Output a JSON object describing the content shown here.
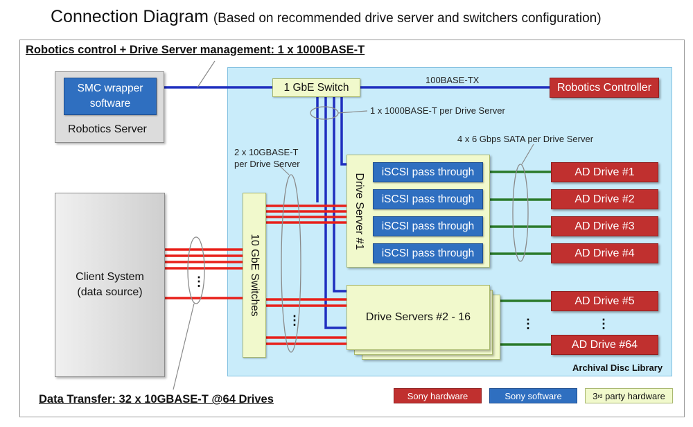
{
  "title": {
    "main": "Connection Diagram",
    "sub": "(Based on recommended drive server and switchers configuration)"
  },
  "labels": {
    "robotics_mgmt": "Robotics control + Drive Server management: 1 x 1000BASE-T",
    "data_transfer": "Data Transfer: 32 x 10GBASE-T @64 Drives",
    "library": "Archival Disc Library",
    "link_100": "100BASE-TX",
    "link_1000": "1 x 1000BASE-T per Drive Server",
    "link_10g": "2 x 10GBASE-T",
    "link_10g_2": "per Drive Server",
    "link_sata": "4 x 6 Gbps SATA per Drive Server"
  },
  "robotics_server": {
    "software": "SMC wrapper software",
    "software_l1": "SMC wrapper",
    "software_l2": "software",
    "label": "Robotics Server"
  },
  "client": {
    "line1": "Client System",
    "line2": "(data source)"
  },
  "switch_1g": "1 GbE Switch",
  "switch_10g": "10 GbE Switches",
  "robotics_controller": "Robotics Controller",
  "drive_server_1": "Drive Server #1",
  "drive_servers_rest": "Drive Servers #2 - 16",
  "pass_through": [
    "iSCSI pass through",
    "iSCSI pass through",
    "iSCSI pass through",
    "iSCSI pass through"
  ],
  "drives": [
    "AD Drive #1",
    "AD Drive #2",
    "AD Drive #3",
    "AD Drive #4",
    "AD Drive #5",
    "AD Drive #64"
  ],
  "ellipsis": "⋮",
  "legend": {
    "sony_hw": "Sony hardware",
    "sony_sw": "Sony software",
    "third_party": "3rd party hardware",
    "third_sup": "rd",
    "third_rest": " party hardware",
    "third_num": "3"
  },
  "colors": {
    "sony_hardware": "#c0302f",
    "sony_software": "#2f6fc0",
    "third_party": "#f1f9cc",
    "ethernet_1g": "#1f2fbf",
    "ethernet_10g": "#e8201a",
    "sata": "#2a7a2a",
    "library_bg": "#c9ecfa"
  }
}
